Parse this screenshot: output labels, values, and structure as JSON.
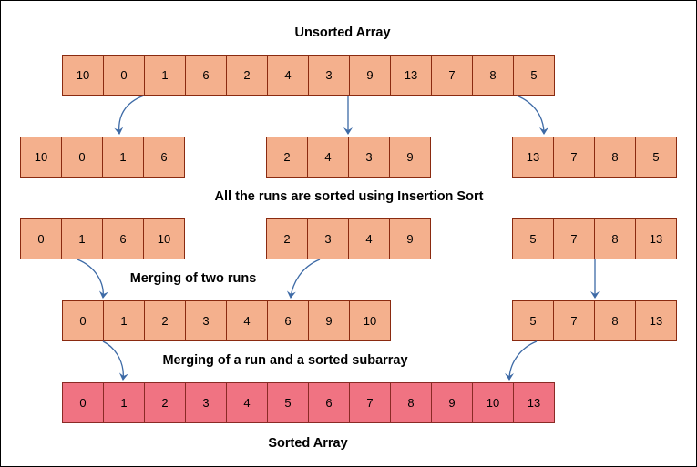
{
  "titles": {
    "unsorted": "Unsorted Array",
    "runs_sorted": "All the runs are sorted using Insertion Sort",
    "merge_two": "Merging of two runs",
    "merge_sub": "Merging of a run and a sorted subarray",
    "sorted": "Sorted Array"
  },
  "arrays": {
    "unsorted": [
      "10",
      "0",
      "1",
      "6",
      "2",
      "4",
      "3",
      "9",
      "13",
      "7",
      "8",
      "5"
    ],
    "run1": [
      "10",
      "0",
      "1",
      "6"
    ],
    "run2": [
      "2",
      "4",
      "3",
      "9"
    ],
    "run3": [
      "13",
      "7",
      "8",
      "5"
    ],
    "sorted_run1": [
      "0",
      "1",
      "6",
      "10"
    ],
    "sorted_run2": [
      "2",
      "3",
      "4",
      "9"
    ],
    "sorted_run3": [
      "5",
      "7",
      "8",
      "13"
    ],
    "merged_12": [
      "0",
      "1",
      "2",
      "3",
      "4",
      "6",
      "9",
      "10"
    ],
    "run3_copy": [
      "5",
      "7",
      "8",
      "13"
    ],
    "final": [
      "0",
      "1",
      "2",
      "3",
      "4",
      "5",
      "6",
      "7",
      "8",
      "9",
      "10",
      "13"
    ]
  },
  "colors": {
    "cell": "#f4b08d",
    "final_cell": "#f07382",
    "arrow": "#3d6aa6"
  }
}
